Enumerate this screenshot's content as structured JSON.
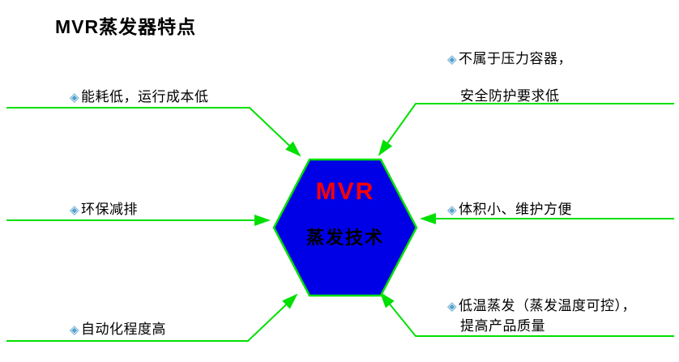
{
  "title": "MVR蒸发器特点",
  "center": {
    "line1": "MVR",
    "line2": "蒸发技术"
  },
  "icons": {
    "diamond": "◈"
  },
  "colors": {
    "line": "#00E000",
    "hexagon_fill": "#0000E6",
    "hexagon_border": "#00E000",
    "center_title": "#FF0000",
    "center_subtitle": "#000000",
    "diamond": "#55A0CC"
  },
  "features": {
    "left_top": {
      "text": "能耗低，运行成本低"
    },
    "left_middle": {
      "text": "环保减排"
    },
    "left_bottom": {
      "text": "自动化程度高"
    },
    "right_top": {
      "line1": "不属于压力容器，",
      "line2": "安全防护要求低"
    },
    "right_middle": {
      "text": "体积小、维护方便"
    },
    "right_bottom": {
      "line1": "低温蒸发（蒸发温度可控），",
      "line2": "提高产品质量"
    }
  }
}
